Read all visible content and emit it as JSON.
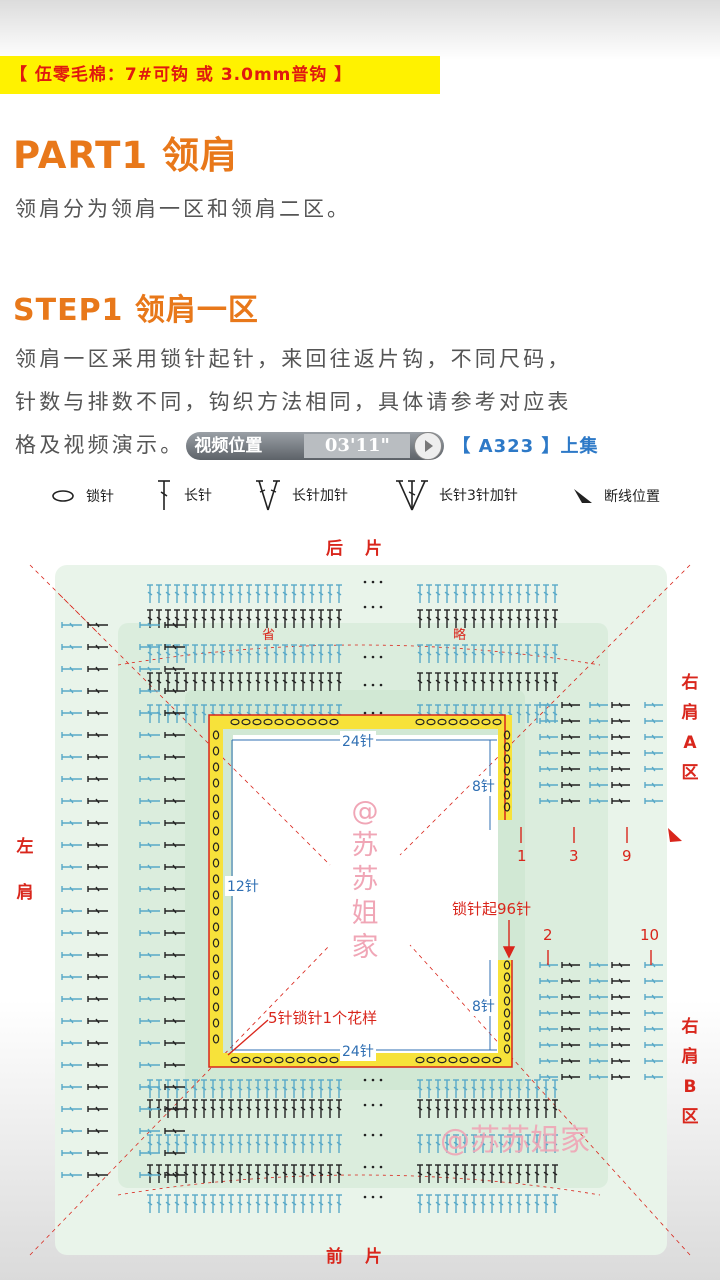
{
  "yarn_banner": "【 伍零毛棉：7#可钩 或 3.0mm普钩 】",
  "part": {
    "title": "PART1 领肩",
    "desc": "领肩分为领肩一区和领肩二区。"
  },
  "step": {
    "title": "STEP1 领肩一区",
    "lines": [
      "领肩一区采用锁针起针，来回往返片钩，不同尺码，",
      "针数与排数不同，钩织方法相同，具体请参考对应表",
      "格及视频演示。"
    ],
    "video_label": "视频位置",
    "video_time": "03'11\"",
    "video_ref": "【 A323 】上集"
  },
  "legend": [
    {
      "icon": "chain-stitch-icon",
      "label": "锁针"
    },
    {
      "icon": "double-crochet-icon",
      "label": "长针"
    },
    {
      "icon": "double-crochet-increase-icon",
      "label": "长针加针"
    },
    {
      "icon": "double-crochet-3-increase-icon",
      "label": "长针3针加针"
    },
    {
      "icon": "fasten-off-icon",
      "label": "断线位置"
    }
  ],
  "diagram": {
    "back": [
      "后",
      "片"
    ],
    "front": [
      "前",
      "片"
    ],
    "omit": [
      "省",
      "略"
    ],
    "left_shoulder": [
      "左",
      "肩"
    ],
    "right_shoulder_a": [
      "右",
      "肩",
      "A",
      "区"
    ],
    "right_shoulder_b": [
      "右",
      "肩",
      "B",
      "区"
    ],
    "top_count": "24针",
    "bottom_count": "24针",
    "side_count": "12针",
    "right_a_count": "8针",
    "right_b_count": "8针",
    "start_note": "锁针起96针",
    "motif_note": "5针锁针1个花样",
    "markers_a": [
      "1",
      "3",
      "9"
    ],
    "markers_b": [
      "2",
      "10"
    ],
    "watermark": "@苏苏姐家",
    "colors": {
      "stitch": "#58a9c8",
      "highlight": "#f7e23a",
      "outline": "#d9261c",
      "band": "#e4f2e6"
    }
  }
}
